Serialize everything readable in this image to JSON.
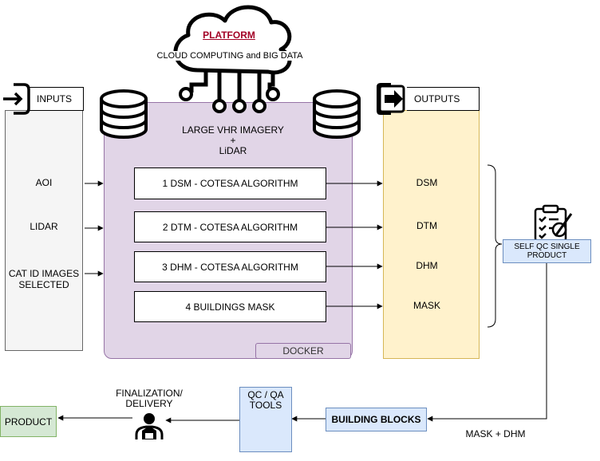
{
  "platform": {
    "title": "PLATFORM",
    "subtitle": "CLOUD COMPUTING and BIG DATA"
  },
  "inputs": {
    "header": "INPUTS",
    "items": [
      "AOI",
      "LIDAR",
      "CAT ID IMAGES SELECTED"
    ]
  },
  "processing": {
    "imagery_label": "LARGE VHR IMAGERY\n+\nLiDAR",
    "steps": [
      "1  DSM - COTESA ALGORITHM",
      "2  DTM - COTESA ALGORITHM",
      "3  DHM - COTESA ALGORITHM",
      "4  BUILDINGS MASK"
    ],
    "container_label": "DOCKER"
  },
  "outputs": {
    "header": "OUTPUTS",
    "items": [
      "DSM",
      "DTM",
      "DHM",
      "MASK"
    ]
  },
  "self_qc": "SELF QC SINGLE PRODUCT",
  "building_blocks": "BUILDING BLOCKS",
  "mask_dhm": "MASK + DHM",
  "qc_tools": "QC / QA\nTOOLS",
  "finalization": "FINALIZATION/\nDELIVERY",
  "product": "PRODUCT",
  "colors": {
    "docker_bg": "#e1d5e7",
    "docker_border": "#9673a6",
    "outputs_bg": "#fff2cc",
    "outputs_border": "#d6b656",
    "inputs_bg": "#f5f5f5",
    "blue_bg": "#dae8fc",
    "blue_border": "#6c8ebf",
    "green_bg": "#d5e8d4",
    "green_border": "#82b366",
    "platform_title": "#a20025"
  }
}
